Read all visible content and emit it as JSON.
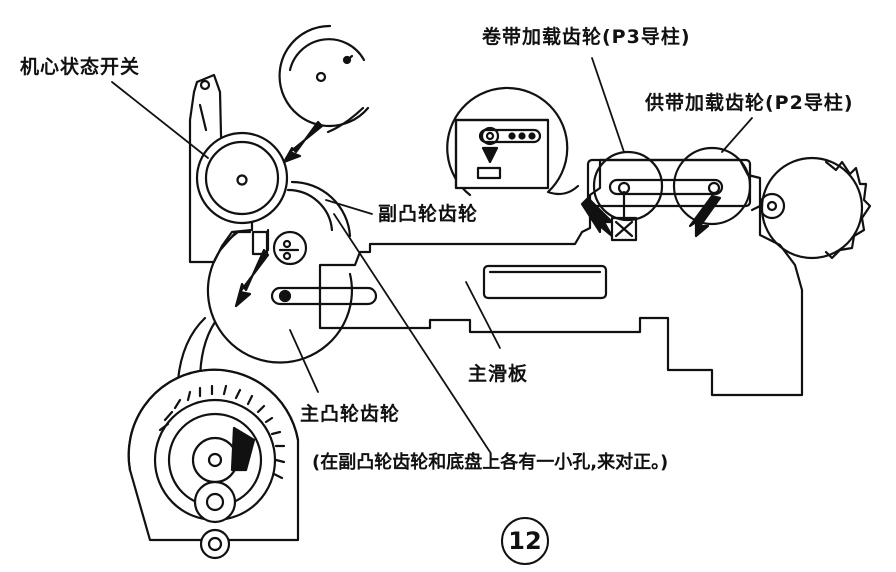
{
  "labels": {
    "mode_switch": "机心状态开关",
    "takeup_loading_gear": "卷带加载齿轮(P3导柱)",
    "supply_loading_gear": "供带加载齿轮(P2导柱)",
    "sub_cam_gear": "副凸轮齿轮",
    "main_slide": "主滑板",
    "main_cam_gear": "主凸轮齿轮",
    "alignment_note": "(在副凸轮齿轮和底盘上各有一小孔,来对正。)"
  },
  "page_number": "12",
  "colors": {
    "ink": "#111111",
    "paper": "#ffffff"
  }
}
